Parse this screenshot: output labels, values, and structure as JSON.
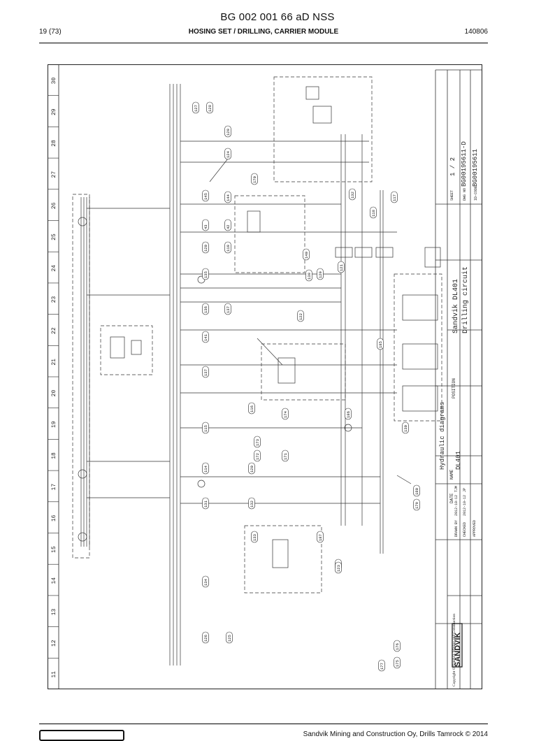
{
  "header": {
    "doc_title": "BG 002 001 66 aD NSS",
    "page": "19 (73)",
    "section": "HOSING SET / DRILLING, CARRIER MODULE",
    "date_code": "140806"
  },
  "drawing": {
    "column_numbers": [
      "30",
      "29",
      "28",
      "27",
      "26",
      "25",
      "24",
      "23",
      "22",
      "21",
      "20",
      "19",
      "18",
      "17",
      "16",
      "15",
      "14",
      "13",
      "12",
      "11"
    ],
    "callouts": [
      "127",
      "128",
      "129",
      "124",
      "170",
      "145",
      "144",
      "43",
      "42",
      "120",
      "119",
      "135",
      "136",
      "137",
      "139",
      "129",
      "132",
      "118",
      "117",
      "140",
      "141",
      "137",
      "116",
      "115",
      "114",
      "120",
      "131",
      "132",
      "134",
      "133",
      "187",
      "186",
      "185",
      "130",
      "180",
      "179",
      "178",
      "177",
      "176",
      "175",
      "174",
      "173",
      "172",
      "171",
      "122",
      "121",
      "123",
      "126",
      "125"
    ],
    "title_block": {
      "brand": "SANDVIK",
      "copyright": "Copyright © Sandvik Mining and Construction",
      "product_line1": "Sandvik DL401",
      "product_line2": "Drilling circuit",
      "doc_kind": "Hydraulic diagrams",
      "model": "DL401",
      "sheet": "1 / 2",
      "dwg_no": "BG00195611-D",
      "id_code": "BG00195611",
      "labels": {
        "date": "DATE",
        "name": "NAME",
        "position": "POSITION",
        "sheet": "SHEET",
        "dwg_no": "DWG NO",
        "id_code": "ID-CODE",
        "drawn": "DRAWN BY",
        "checked": "CHECKED",
        "approved": "APPROVED"
      },
      "drawn_date": "2012-10-12",
      "checked_date": "2012-10-12",
      "drawn_name": "TJM",
      "checked_name": "JP"
    }
  },
  "footer": {
    "text": "Sandvik Mining and Construction Oy, Drills Tamrock © 2014"
  }
}
